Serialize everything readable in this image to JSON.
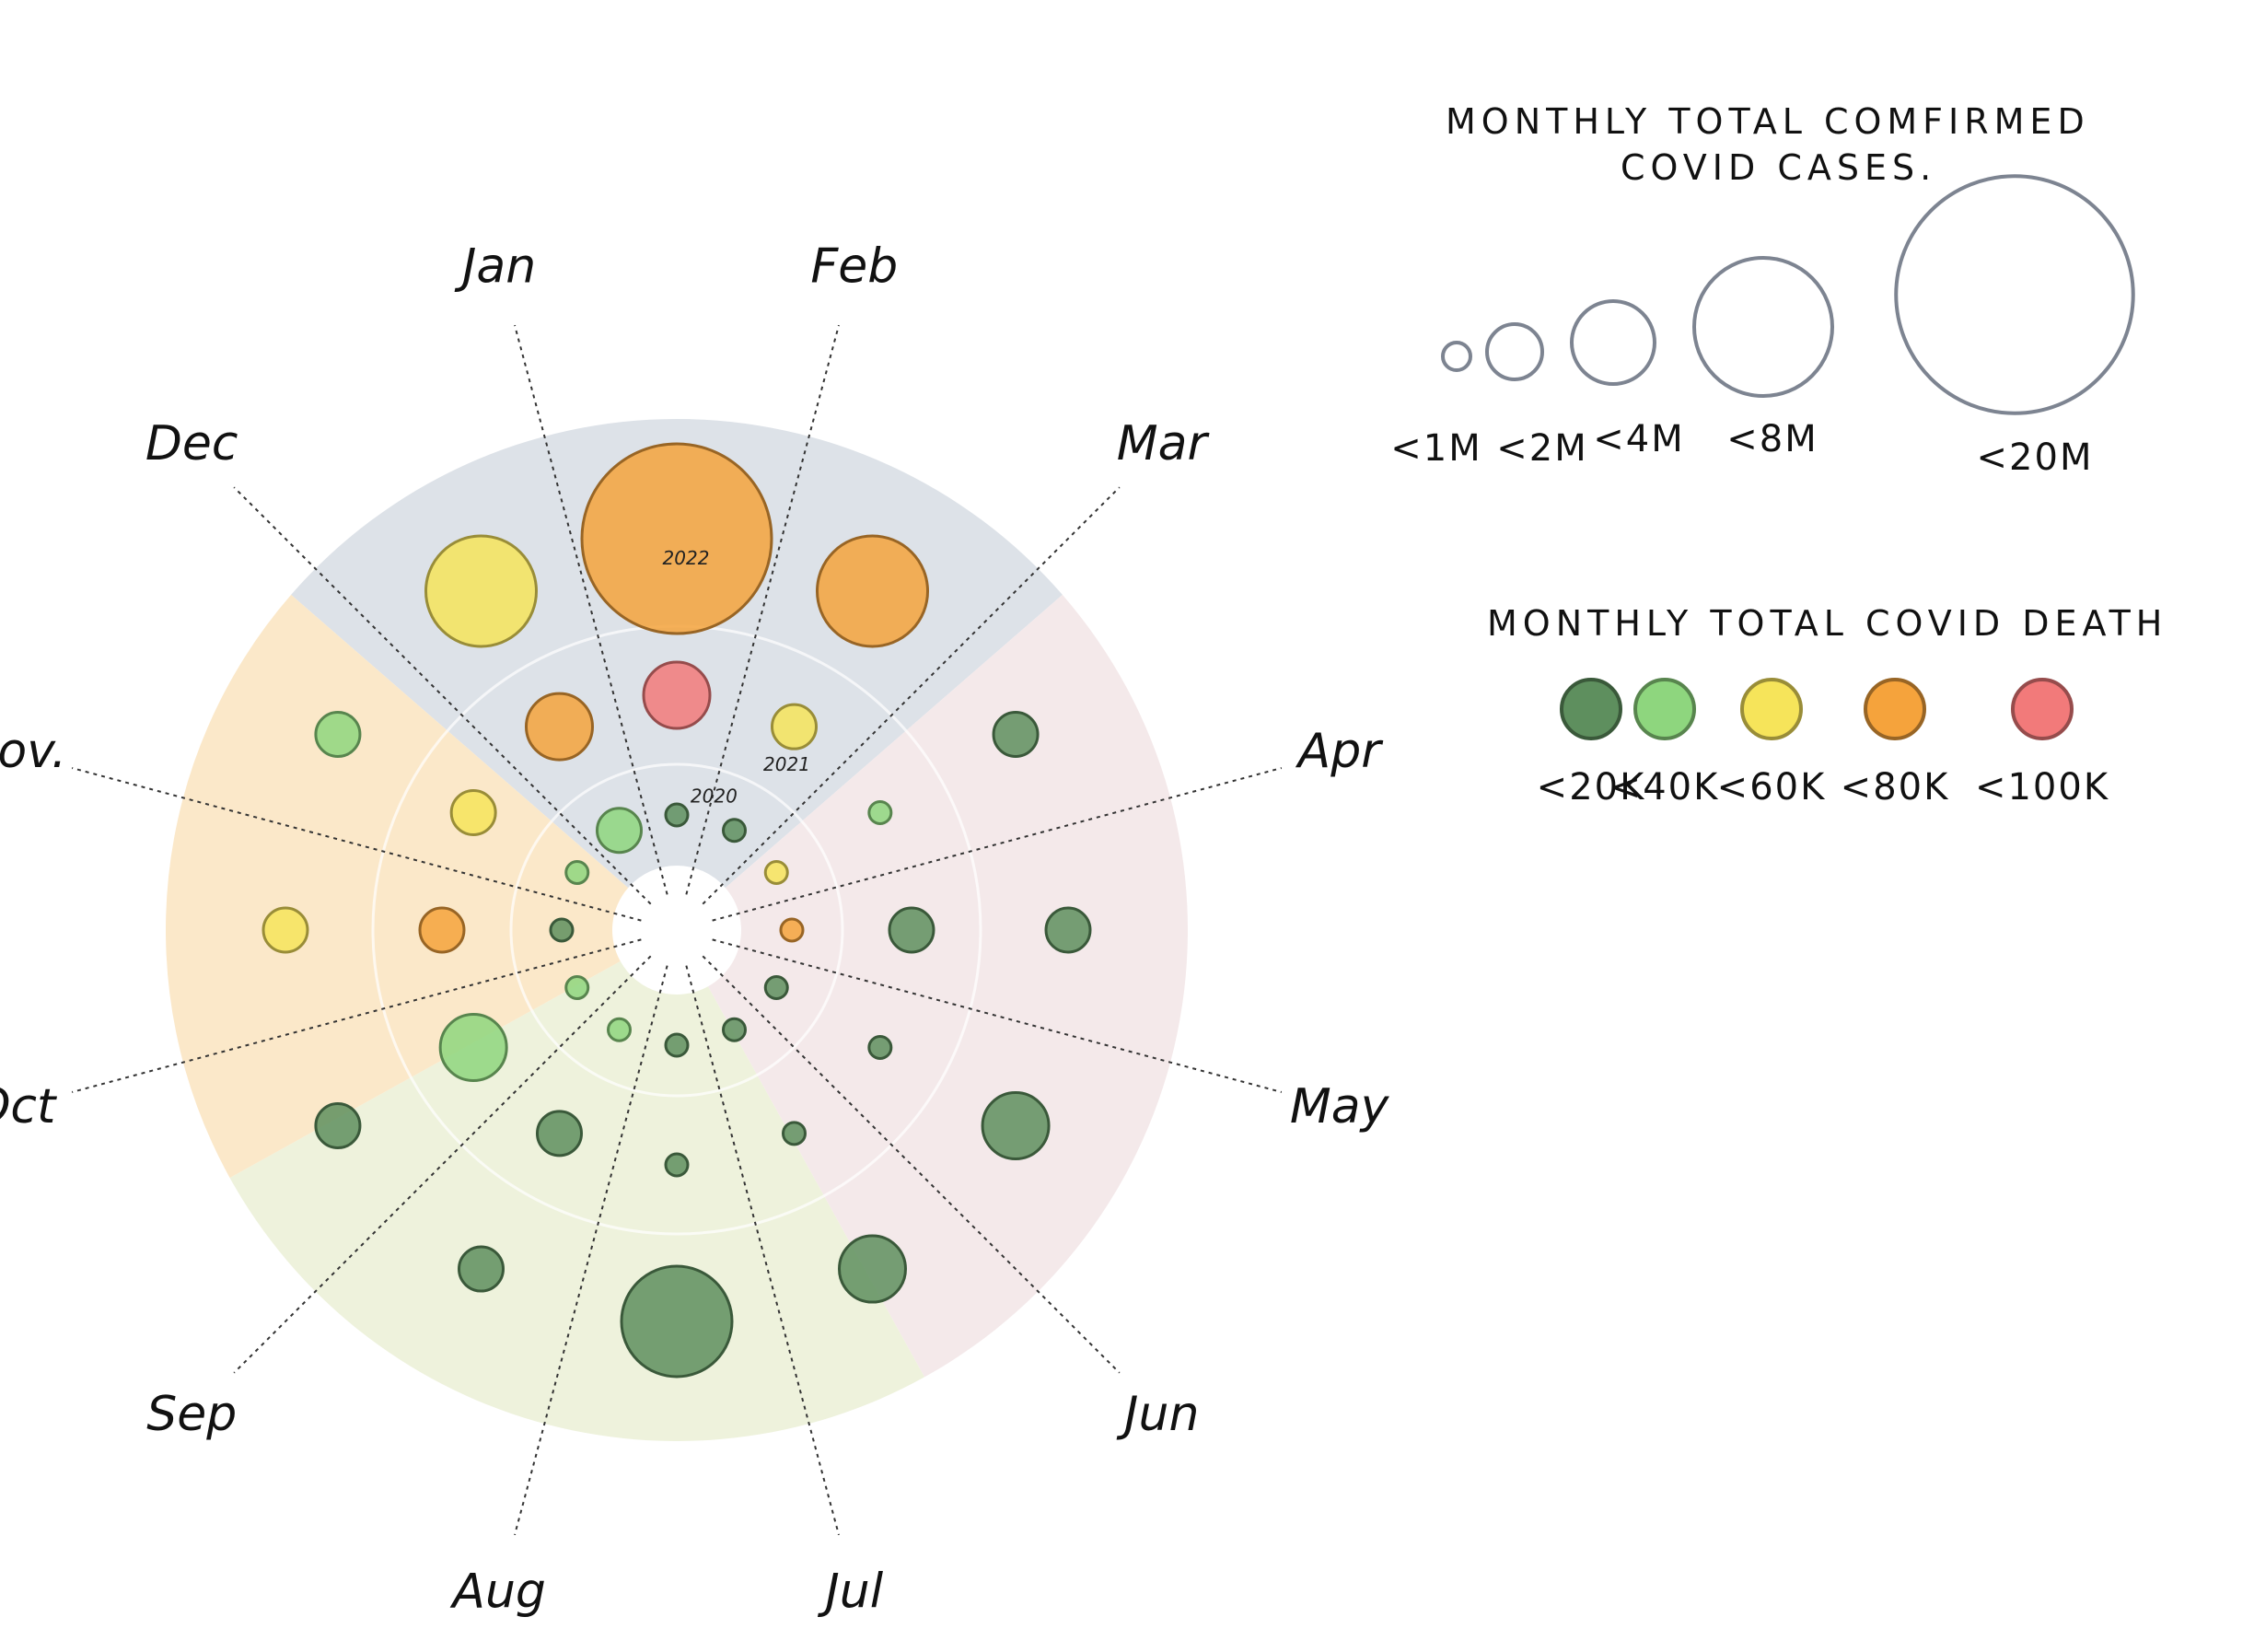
{
  "chart_data": {
    "type": "radial-bubble",
    "months": [
      "Jan",
      "Feb",
      "Mar",
      "Apr",
      "May",
      "Jun",
      "Jul",
      "Aug",
      "Sep",
      "Oct",
      "Nov.",
      "Dec"
    ],
    "season_colors": {
      "winter": "#dde2e8",
      "spring": "#f4e9ea",
      "summer": "#eef2dc",
      "fall": "#fbe8c9"
    },
    "year_labels": [
      "2022",
      "2021",
      "2020"
    ],
    "size_legend": {
      "title_line1": "MONTHLY TOTAL COMFIRMED",
      "title_line2": "COVID CASES.",
      "items": [
        {
          "label": "<1M"
        },
        {
          "label": "<2M"
        },
        {
          "label": "<4M"
        },
        {
          "label": "<8M"
        },
        {
          "label": "<20M"
        }
      ]
    },
    "color_legend": {
      "title": "MONTHLY TOTAL COVID DEATH",
      "items": [
        {
          "label": "<20K",
          "color": "#5e8f5e"
        },
        {
          "label": "<40K",
          "color": "#8ed67e"
        },
        {
          "label": "<60K",
          "color": "#f6e45a"
        },
        {
          "label": "<80K",
          "color": "#f5a33c"
        },
        {
          "label": "<100K",
          "color": "#f27a7a"
        }
      ]
    },
    "bubbles": [
      {
        "year": "2020",
        "month": "Jan",
        "cases": "<1M",
        "deaths": "<20K"
      },
      {
        "year": "2020",
        "month": "Feb",
        "cases": "<1M",
        "deaths": "<20K"
      },
      {
        "year": "2020",
        "month": "Mar",
        "cases": "<1M",
        "deaths": "<60K"
      },
      {
        "year": "2020",
        "month": "Apr",
        "cases": "<1M",
        "deaths": "<80K"
      },
      {
        "year": "2020",
        "month": "May",
        "cases": "<1M",
        "deaths": "<20K"
      },
      {
        "year": "2020",
        "month": "Jun",
        "cases": "<1M",
        "deaths": "<20K"
      },
      {
        "year": "2020",
        "month": "Jul",
        "cases": "<1M",
        "deaths": "<20K"
      },
      {
        "year": "2020",
        "month": "Aug",
        "cases": "<1M",
        "deaths": "<40K"
      },
      {
        "year": "2020",
        "month": "Sep",
        "cases": "<1M",
        "deaths": "<40K"
      },
      {
        "year": "2020",
        "month": "Oct",
        "cases": "<1M",
        "deaths": "<20K"
      },
      {
        "year": "2020",
        "month": "Nov.",
        "cases": "<1M",
        "deaths": "<40K"
      },
      {
        "year": "2020",
        "month": "Dec",
        "cases": "<2M",
        "deaths": "<40K"
      },
      {
        "year": "2021",
        "month": "Jan",
        "cases": "<4M",
        "deaths": "<100K"
      },
      {
        "year": "2021",
        "month": "Feb",
        "cases": "<2M",
        "deaths": "<60K"
      },
      {
        "year": "2021",
        "month": "Mar",
        "cases": "<1M",
        "deaths": "<40K"
      },
      {
        "year": "2021",
        "month": "Apr",
        "cases": "<2M",
        "deaths": "<20K"
      },
      {
        "year": "2021",
        "month": "May",
        "cases": "<1M",
        "deaths": "<20K"
      },
      {
        "year": "2021",
        "month": "Jun",
        "cases": "<1M",
        "deaths": "<20K"
      },
      {
        "year": "2021",
        "month": "Jul",
        "cases": "<1M",
        "deaths": "<20K"
      },
      {
        "year": "2021",
        "month": "Aug",
        "cases": "<2M",
        "deaths": "<20K"
      },
      {
        "year": "2021",
        "month": "Sep",
        "cases": "<4M",
        "deaths": "<40K"
      },
      {
        "year": "2021",
        "month": "Oct",
        "cases": "<2M",
        "deaths": "<80K"
      },
      {
        "year": "2021",
        "month": "Nov.",
        "cases": "<2M",
        "deaths": "<60K"
      },
      {
        "year": "2021",
        "month": "Dec",
        "cases": "<4M",
        "deaths": "<80K"
      },
      {
        "year": "2022",
        "month": "Jan",
        "cases": "<20M",
        "deaths": "<80K"
      },
      {
        "year": "2022",
        "month": "Feb",
        "cases": "<8M",
        "deaths": "<80K"
      },
      {
        "year": "2022",
        "month": "Mar",
        "cases": "<2M",
        "deaths": "<20K"
      },
      {
        "year": "2022",
        "month": "Apr",
        "cases": "<2M",
        "deaths": "<20K"
      },
      {
        "year": "2022",
        "month": "May",
        "cases": "<4M",
        "deaths": "<20K"
      },
      {
        "year": "2022",
        "month": "Jun",
        "cases": "<4M",
        "deaths": "<20K"
      },
      {
        "year": "2022",
        "month": "Jul",
        "cases": "<8M",
        "deaths": "<20K"
      },
      {
        "year": "2022",
        "month": "Aug",
        "cases": "<2M",
        "deaths": "<20K"
      },
      {
        "year": "2022",
        "month": "Sep",
        "cases": "<2M",
        "deaths": "<20K"
      },
      {
        "year": "2022",
        "month": "Oct",
        "cases": "<2M",
        "deaths": "<60K"
      },
      {
        "year": "2022",
        "month": "Nov.",
        "cases": "<2M",
        "deaths": "<40K"
      },
      {
        "year": "2022",
        "month": "Dec",
        "cases": "<8M",
        "deaths": "<60K"
      }
    ]
  }
}
